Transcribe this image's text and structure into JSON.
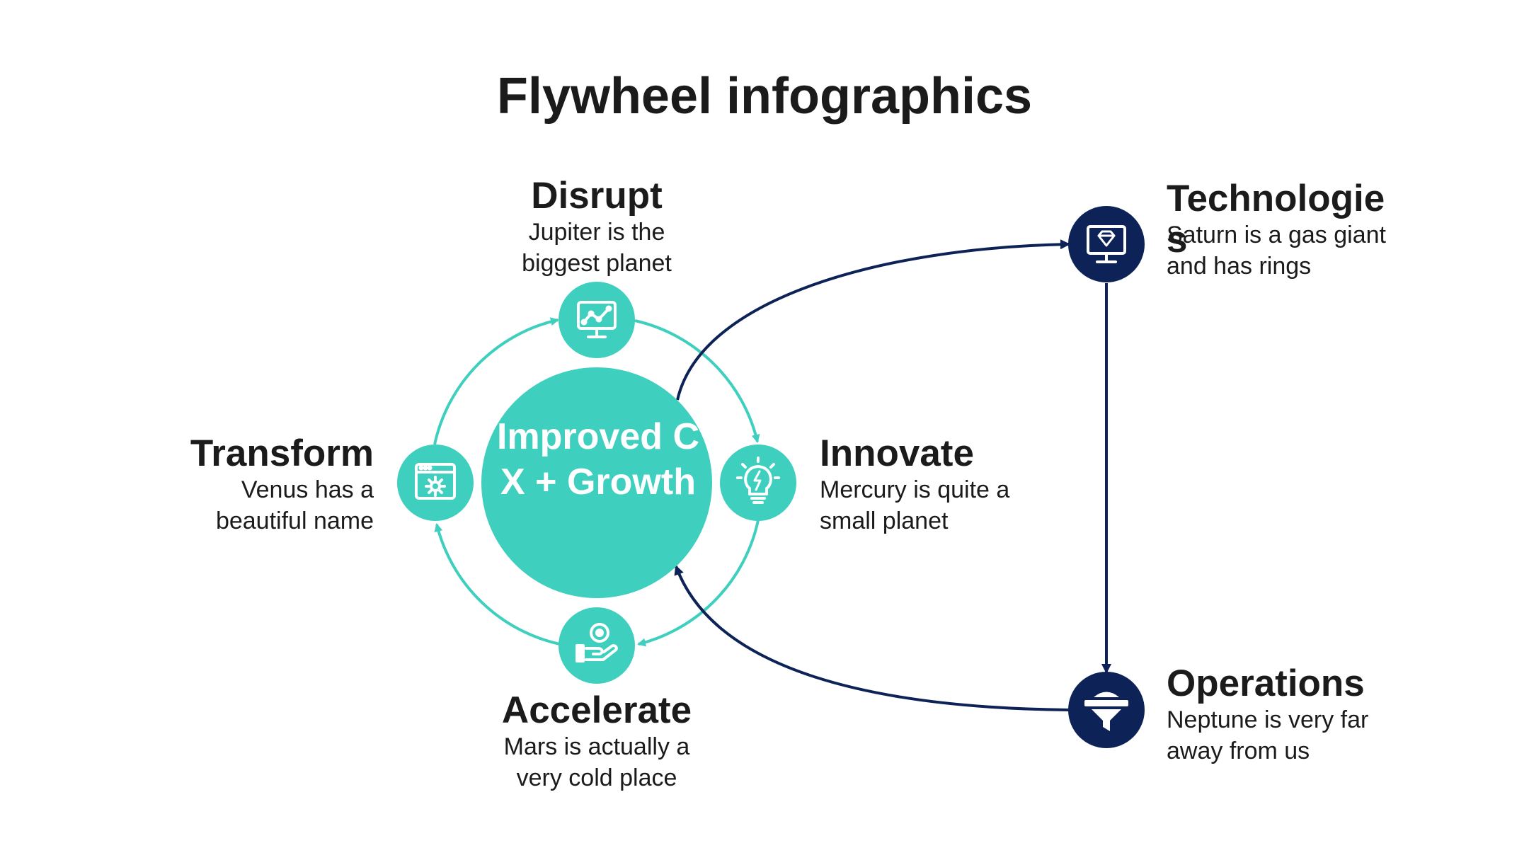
{
  "title": "Flywheel infographics",
  "center": {
    "label": "Improved CX + Growth"
  },
  "nodes": {
    "disrupt": {
      "title": "Disrupt",
      "desc": "Jupiter is the biggest planet"
    },
    "innovate": {
      "title": "Innovate",
      "desc": "Mercury is quite a small planet"
    },
    "accelerate": {
      "title": "Accelerate",
      "desc": "Mars is actually a very cold place"
    },
    "transform": {
      "title": "Transform",
      "desc": "Venus has a beautiful name"
    },
    "technologies": {
      "title": "Technologies",
      "desc": "Saturn is a gas giant and has rings"
    },
    "operations": {
      "title": "Operations",
      "desc": "Neptune is very far away from us"
    }
  },
  "colors": {
    "teal": "#3ecfbf",
    "navy": "#0d2257",
    "text": "#1b1b1b"
  },
  "icons": {
    "disrupt": "monitor-chart-icon",
    "innovate": "lightbulb-icon",
    "accelerate": "hand-coin-icon",
    "transform": "browser-gear-icon",
    "technologies": "monitor-diamond-icon",
    "operations": "funnel-icon"
  }
}
